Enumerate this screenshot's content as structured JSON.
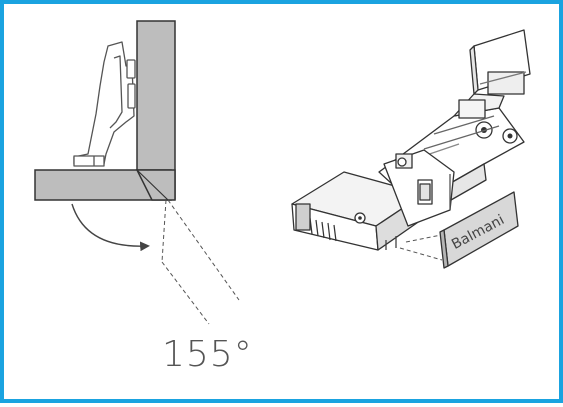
{
  "frame": {
    "border_color": "#1aa3e0"
  },
  "angle_label": "155°",
  "brand_plate": {
    "text": "Balmani"
  },
  "colors": {
    "panel_fill": "#bdbdbd",
    "outline": "#333333",
    "text": "#555555"
  },
  "icons": [
    "opening-arrow",
    "hinge-cup",
    "hinge-arm",
    "mounting-plate",
    "brand-plate"
  ]
}
